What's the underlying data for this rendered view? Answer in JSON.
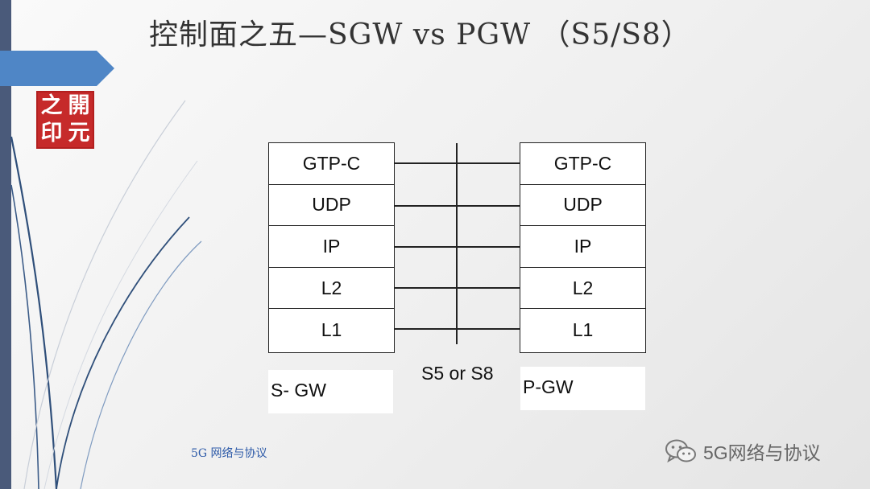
{
  "slide": {
    "title": "控制面之五—SGW vs PGW （S5/S8）",
    "logo_chars": [
      "之",
      "開",
      "印",
      "元"
    ]
  },
  "diagram": {
    "sgw_stack": {
      "name": "S- GW",
      "layers": [
        "GTP-C",
        "UDP",
        "IP",
        "L2",
        "L1"
      ]
    },
    "pgw_stack": {
      "name": "P-GW",
      "layers": [
        "GTP-C",
        "UDP",
        "IP",
        "L2",
        "L1"
      ]
    },
    "interface_label": "S5 or S8"
  },
  "footer": {
    "left_text": "5G 网络与协议",
    "watermark_text": "5G网络与协议",
    "watermark_icon": "wechat-icon"
  },
  "colors": {
    "accent_blue": "#4f86c6",
    "left_bar": "#4a5a7a",
    "seal_red": "#c62a2a",
    "footer_blue": "#2d5aa8"
  }
}
